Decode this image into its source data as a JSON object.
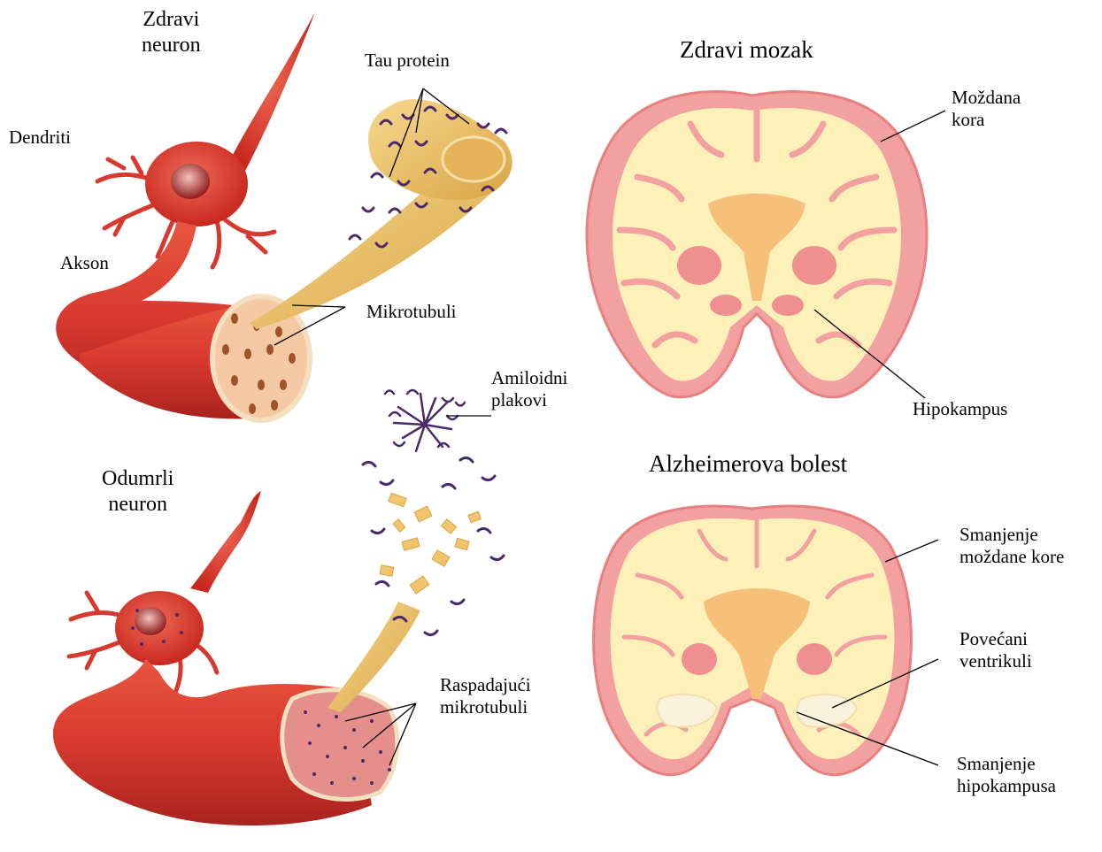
{
  "neuron": {
    "healthy_title": [
      "Zdravi",
      "neuron"
    ],
    "dendrites": "Dendriti",
    "axon": "Akson",
    "tau": "Tau protein",
    "microtubules": "Mikrotubuli",
    "plaques": [
      "Amiloidni",
      "plakovi"
    ],
    "dead_title": [
      "Odumrli",
      "neuron"
    ],
    "disintegrating": [
      "Raspadajući",
      "mikrotubuli"
    ]
  },
  "brain": {
    "healthy_title": "Zdravi mozak",
    "cortex": [
      "Moždana",
      "kora"
    ],
    "hippocampus": "Hipokampus",
    "alz_title": "Alzheimerova bolest",
    "cortex_shrink": [
      "Smanjenje",
      "moždane kore"
    ],
    "ventricles": [
      "Povećani",
      "ventrikuli"
    ],
    "hippo_shrink": [
      "Smanjenje",
      "hipokampusa"
    ]
  },
  "colors": {
    "neuron_red": "#d8392f",
    "neuron_dark": "#a8231e",
    "cortex_pink": "#f2a0a0",
    "white_matter": "#fdf0b8",
    "tubule_gold": "#f2c46b",
    "tau_purple": "#4b2a6b"
  }
}
